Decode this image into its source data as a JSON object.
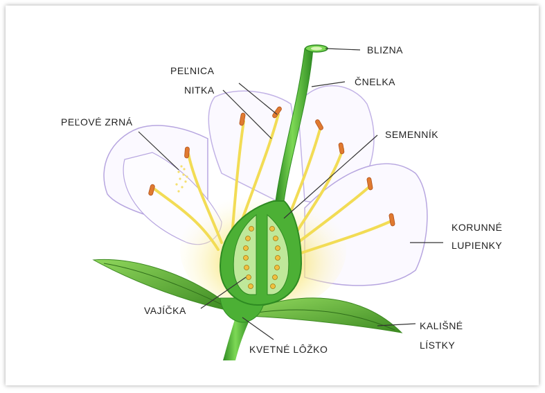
{
  "labels": {
    "blizna": "BLIZNA",
    "pelnica": "PEĽNICA",
    "cnelka": "ČNELKA",
    "nitka": "NITKA",
    "pelove_zrna": "PEĽOVÉ ZRNÁ",
    "semennik": "SEMENNÍK",
    "korunne_line1": "KORUNNÉ",
    "korunne_line2": "LUPIENKY",
    "vajicka": "VAJÍČKA",
    "kalisne_line1": "KALIŠNÉ",
    "kalisne_line2": "LÍSTKY",
    "kvetne_lozko": "KVETNÉ LÔŽKO"
  },
  "colors": {
    "petal_fill": "#fbf9ff",
    "petal_outline": "#b7a6e0",
    "pistil_green": "#5cc43c",
    "pistil_dark": "#2e8a22",
    "ovary_inner": "#bfe89a",
    "ovule": "#f0c040",
    "filament": "#f2dc55",
    "anther": "#e07a30",
    "leaf_green": "#6bbf3c",
    "leaf_dark": "#3d8a22",
    "glow": "#f7e36a",
    "glow_orange": "#f0a048"
  }
}
